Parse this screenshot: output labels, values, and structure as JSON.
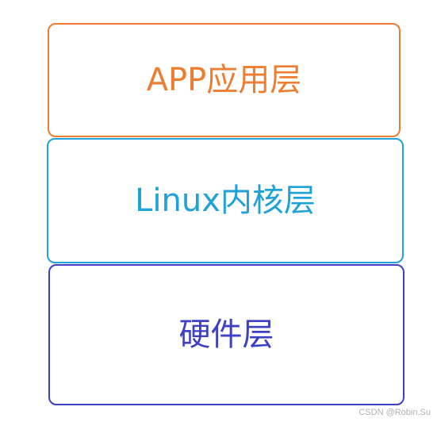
{
  "layers": [
    {
      "label": "APP应用层",
      "color": "#ed7d31"
    },
    {
      "label": "Linux内核层",
      "color": "#1fa2d8"
    },
    {
      "label": "硬件层",
      "color": "#3d40c2"
    }
  ],
  "watermark": "CSDN @Robin.Su"
}
